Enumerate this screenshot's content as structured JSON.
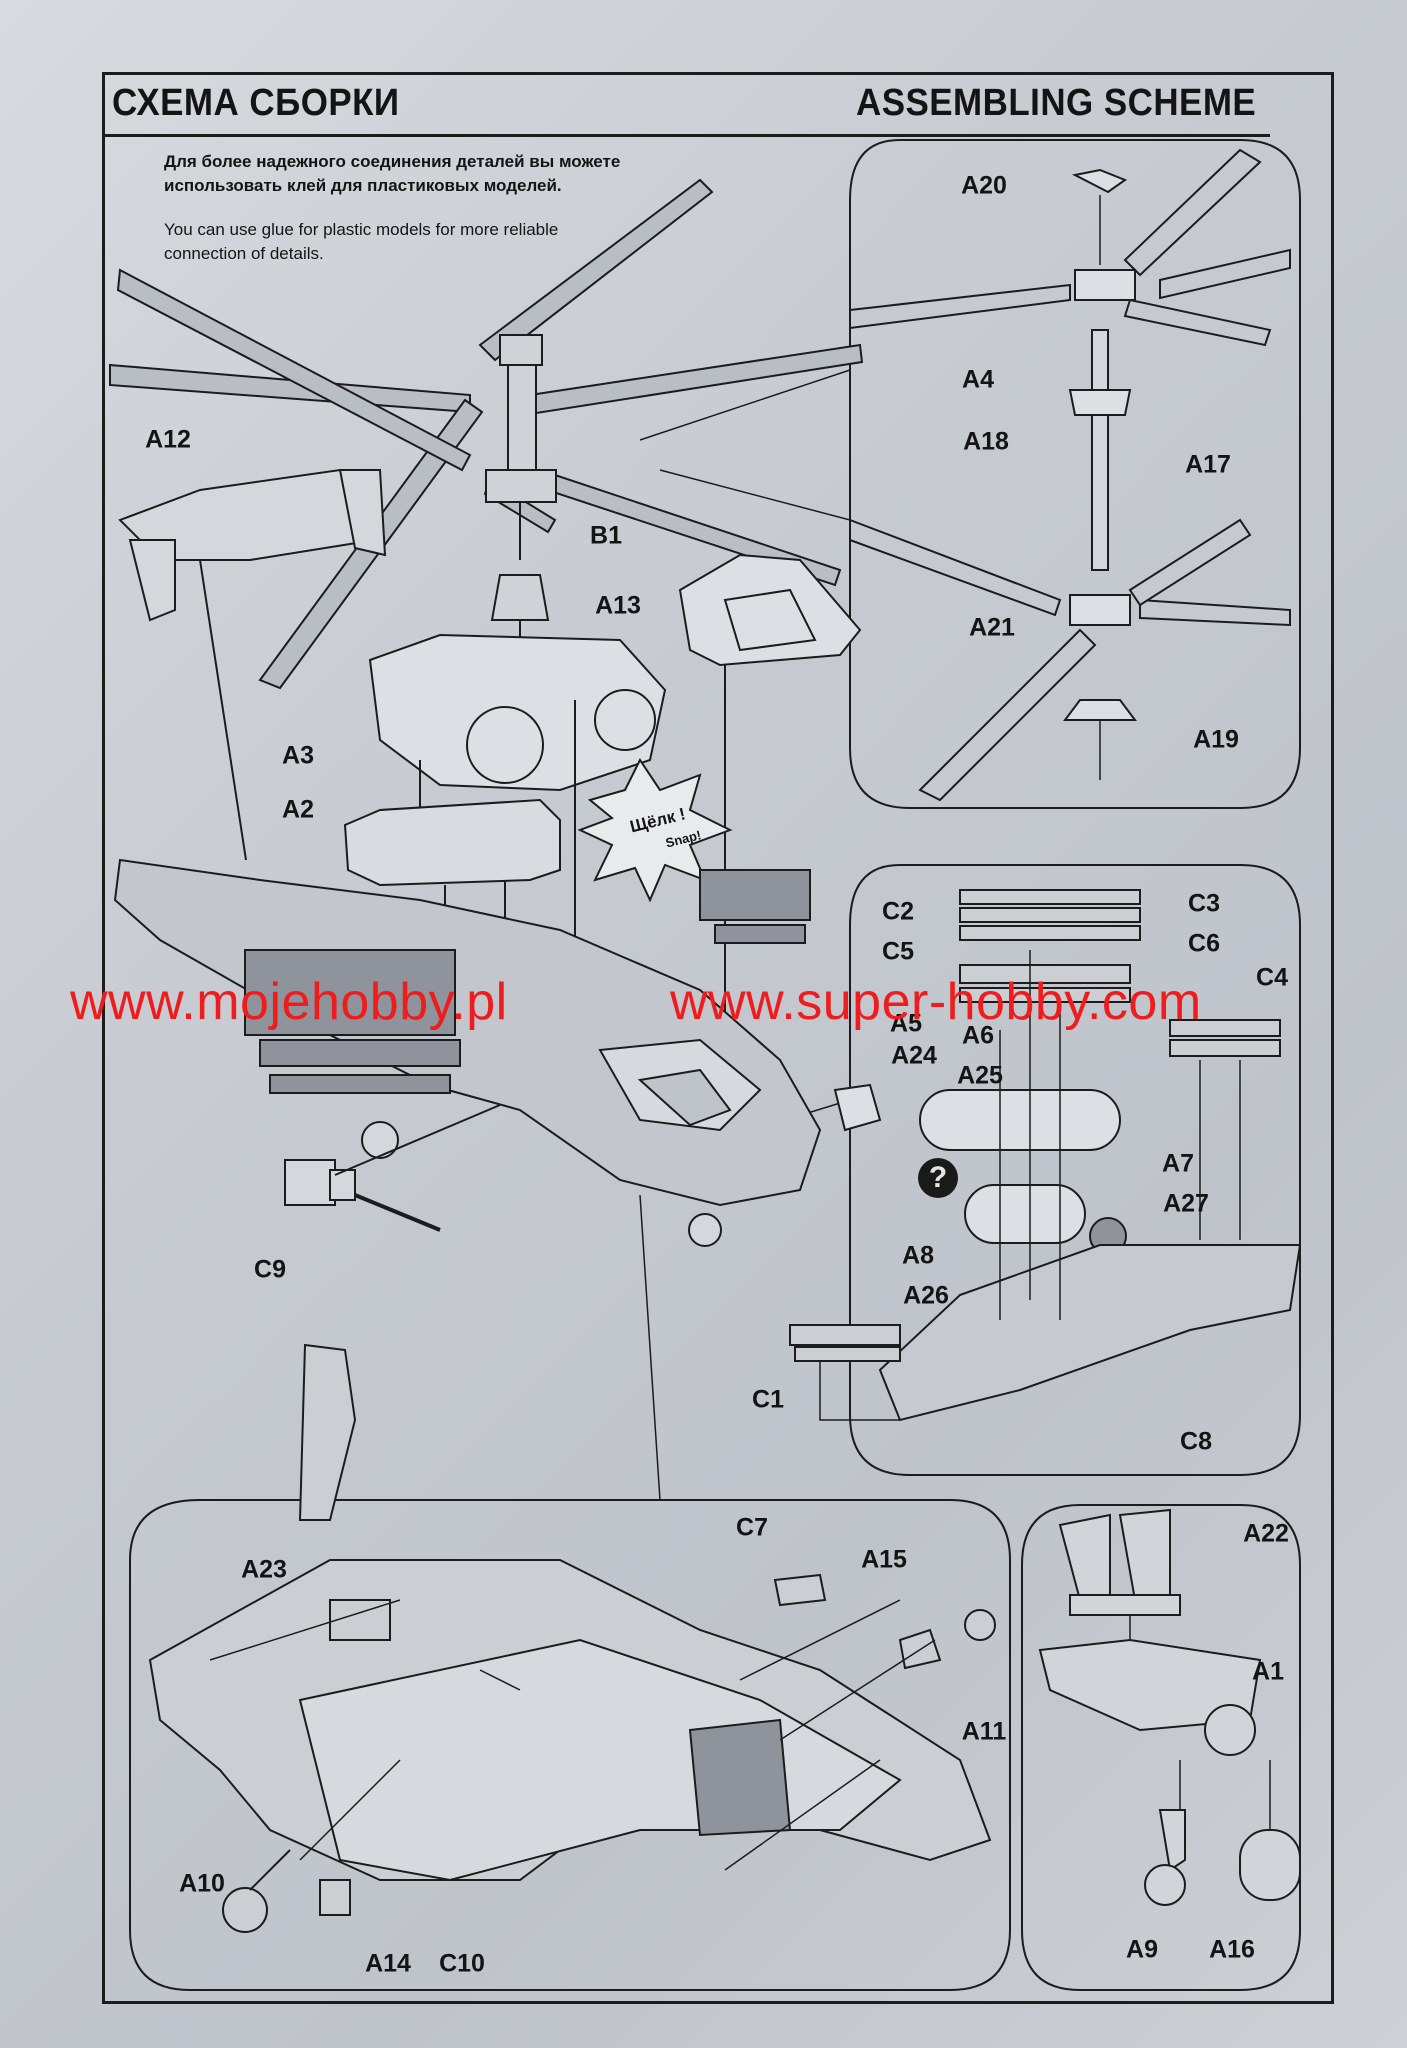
{
  "header": {
    "title_ru": "СХЕМА СБОРКИ",
    "title_en": "ASSEMBLING SCHEME"
  },
  "notes": {
    "ru": "Для более надежного соединения деталей вы можете использовать клей для пластиковых моделей.",
    "en": "You can use glue for plastic models for more reliable connection of details."
  },
  "snap_callout": {
    "ru": "Щёлк !",
    "en": "Snap!"
  },
  "question_badge": "?",
  "watermarks": {
    "left": "www.mojehobby.pl",
    "right": "www.super-hobby.com"
  },
  "part_labels": {
    "a12": "A12",
    "a13": "A13",
    "b1": "B1",
    "a3": "A3",
    "a2": "A2",
    "c9": "C9",
    "a20": "A20",
    "a4": "A4",
    "a18": "A18",
    "a17": "A17",
    "a21": "A21",
    "a19": "A19",
    "c2": "C2",
    "c5": "C5",
    "c3": "C3",
    "c6": "C6",
    "c4": "C4",
    "a5": "A5",
    "a24": "A24",
    "a6": "A6",
    "a25": "A25",
    "a7": "A7",
    "a27": "A27",
    "a8": "A8",
    "a26": "A26",
    "c1": "C1",
    "c8": "C8",
    "c7": "C7",
    "a23": "A23",
    "a15": "A15",
    "a11": "A11",
    "a22": "A22",
    "a1": "A1",
    "a10": "A10",
    "a14": "A14",
    "c10": "C10",
    "a9": "A9",
    "a16": "A16"
  }
}
